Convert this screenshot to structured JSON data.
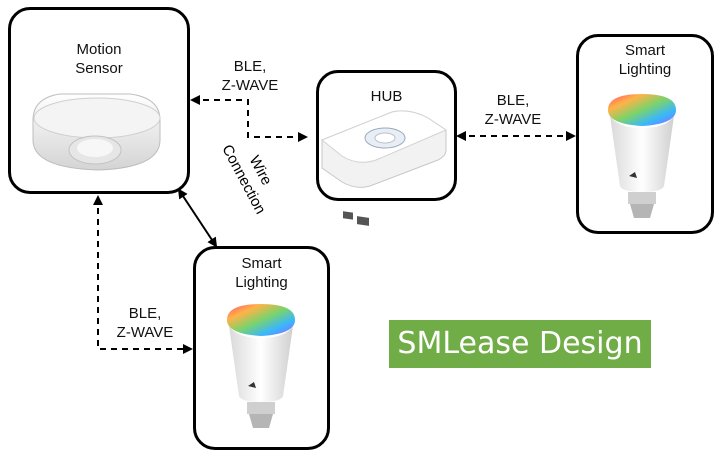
{
  "nodes": {
    "motion_sensor": {
      "title": "Motion\nSensor"
    },
    "hub": {
      "title": "HUB"
    },
    "lighting_right": {
      "title": "Smart\nLighting"
    },
    "lighting_bottom": {
      "title": "Smart\nLighting"
    }
  },
  "links": {
    "sensor_hub": {
      "label": "BLE,\nZ-WAVE"
    },
    "hub_lighting": {
      "label": "BLE,\nZ-WAVE"
    },
    "sensor_lighting_wireless": {
      "label": "BLE,\nZ-WAVE"
    },
    "sensor_lighting_wire": {
      "label": "Wire\nConnection"
    }
  },
  "brand": {
    "text": "SMLease Design"
  },
  "colors": {
    "brand_green": "#70ad47",
    "line": "#000000"
  }
}
